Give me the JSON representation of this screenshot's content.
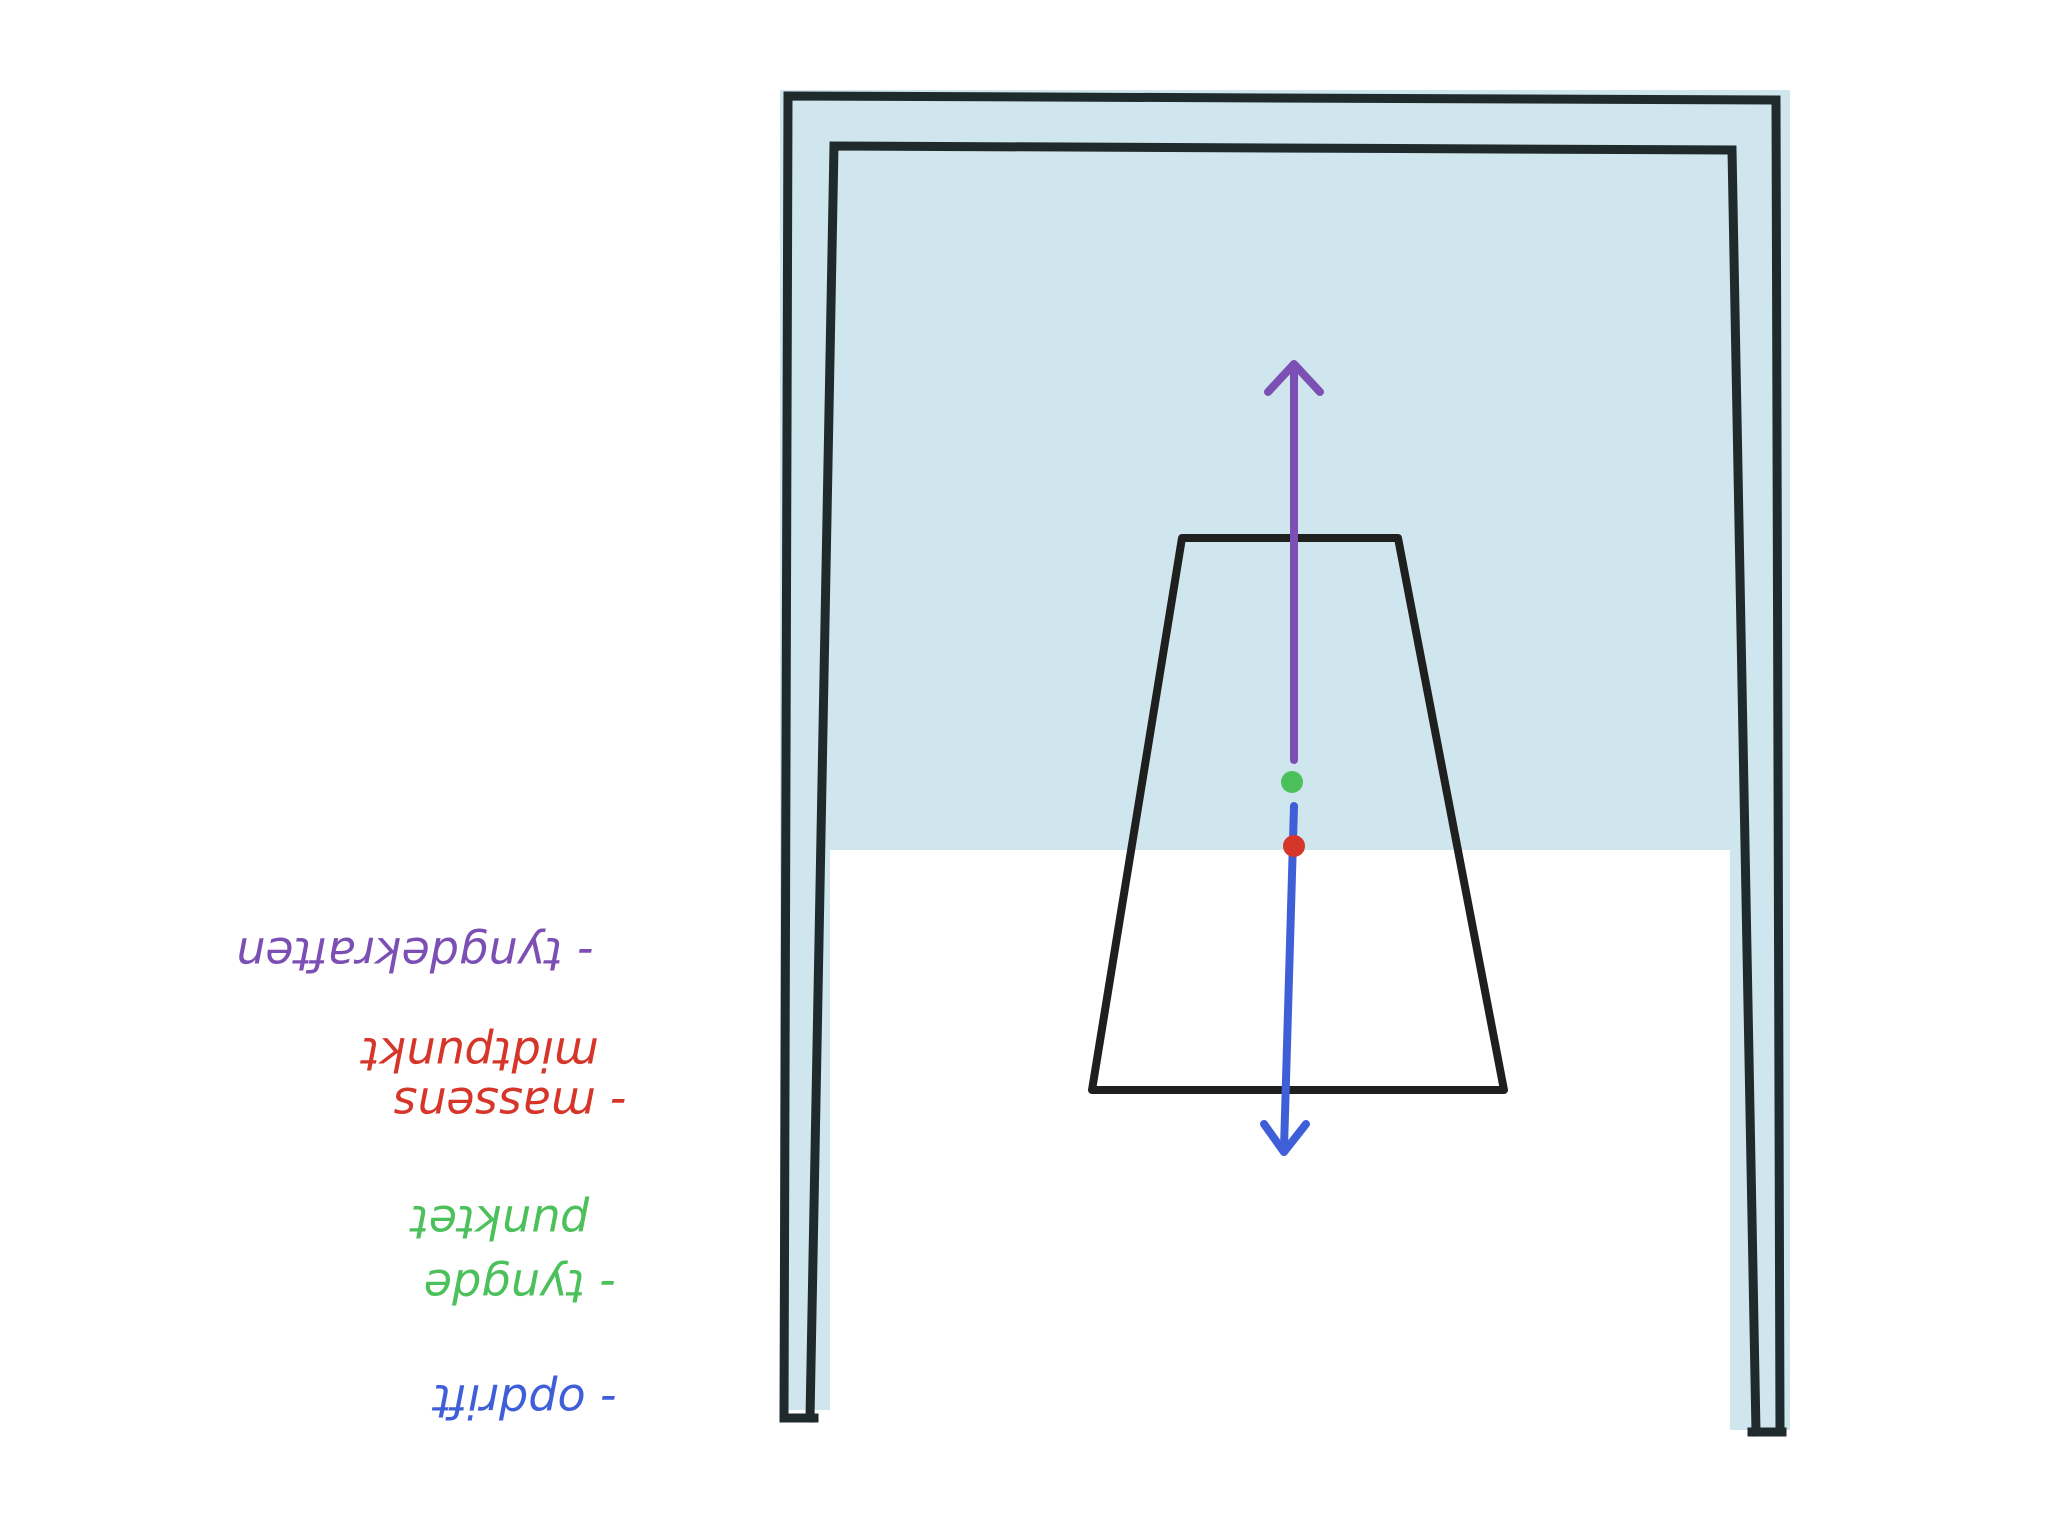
{
  "colors": {
    "water": "#cfe6ee",
    "frame_outline": "#1f2a2c",
    "object_outline": "#1f1f1f",
    "buoyancy_arrow": "#7b4fb3",
    "gravity_arrow": "#3f5fd9",
    "center_of_buoyancy_dot": "#4cc05a",
    "center_of_mass_dot": "#d6352a"
  },
  "legend": {
    "buoyancy": {
      "label": "- opdrift",
      "color": "#3f5fd9"
    },
    "center_of_gravity": {
      "line1": "- tyngde",
      "line2": "punktet",
      "color": "#4cc05a"
    },
    "center_of_mass": {
      "line1": "- massens",
      "line2": "midtpunkt",
      "color": "#d6352a"
    },
    "gravity_forces": {
      "label": "- tyngdekraften",
      "color": "#7b4fb3"
    }
  }
}
